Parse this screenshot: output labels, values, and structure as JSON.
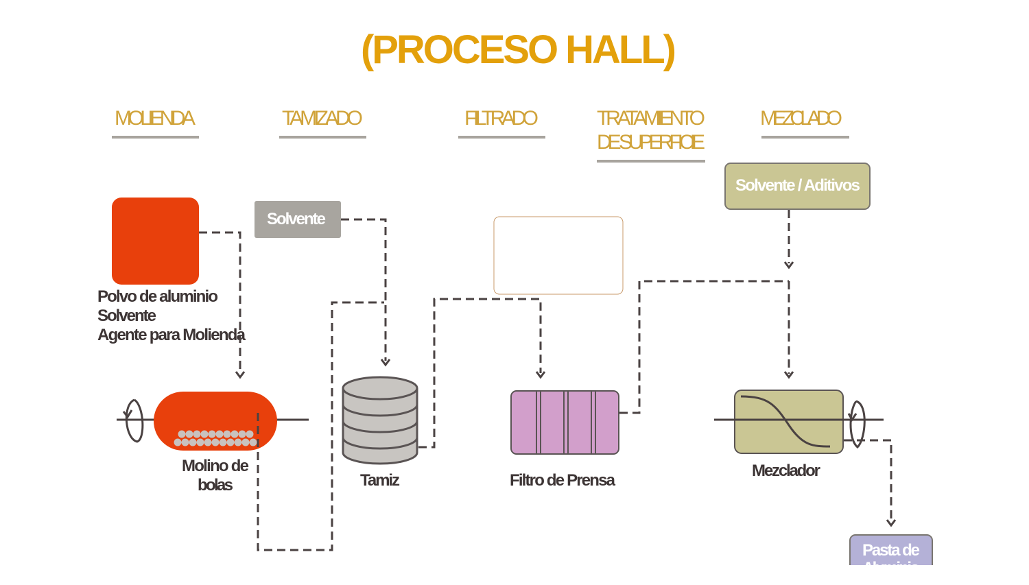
{
  "title": "(PROCESO HALL)",
  "stages": [
    "MOLIENDA",
    "TAMIZADO",
    "FILTRADO",
    "TRATAMIENTO",
    "DE SUPERFICIE",
    "MEZCLADO"
  ],
  "inputs": {
    "raw_materials": [
      "Polvo de aluminio",
      "Solvente",
      "Agente para Molienda"
    ],
    "solvent": "Solvente",
    "solvent_additives": "Solvente / Aditivos"
  },
  "equipment": {
    "ball_mill": [
      "Molino de",
      "bolas"
    ],
    "sieve": "Tamiz",
    "filter_press": "Filtro de Prensa",
    "mixer": "Mezclador"
  },
  "output": [
    "Pasta de",
    "Aluminio"
  ],
  "colors": {
    "title": "#e3a00b",
    "stage": "#d0a33a",
    "orange": "#e8400c",
    "gray_box": "#a8a59f",
    "olive": "#cac694",
    "pink": "#d29fcb",
    "lavender": "#b4b1d7"
  }
}
